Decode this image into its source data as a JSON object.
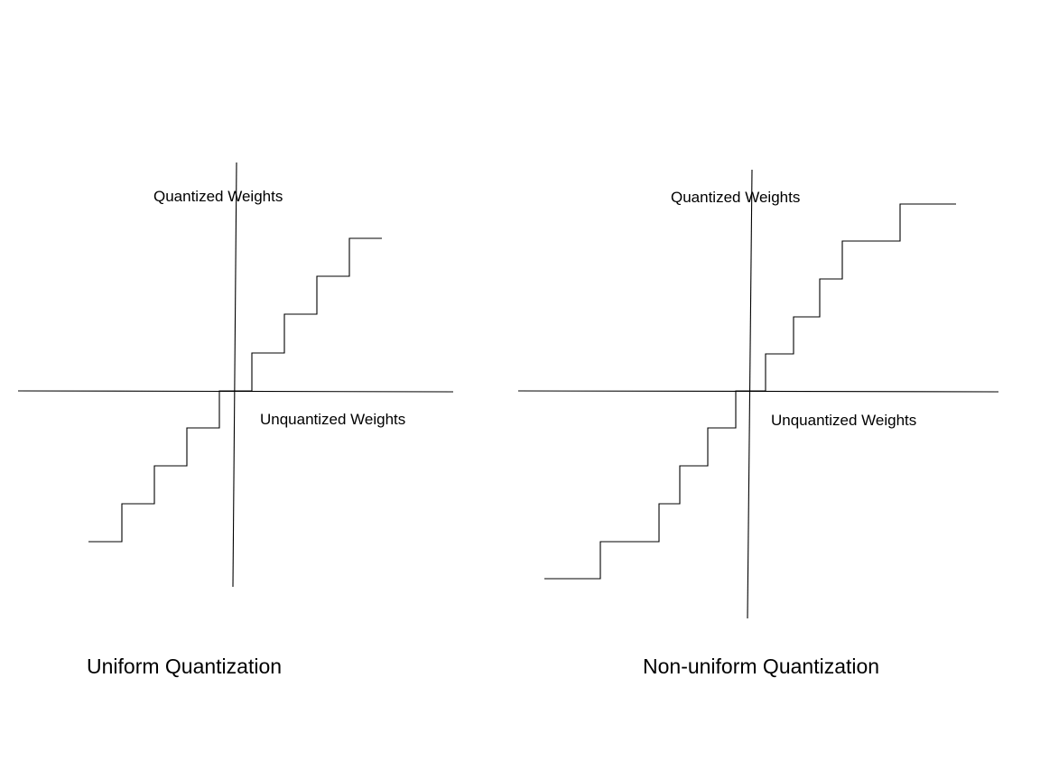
{
  "diagram": {
    "panels": [
      {
        "id": "uniform",
        "y_axis_label": "Quantized Weights",
        "x_axis_label": "Unquantized Weights",
        "caption": "Uniform Quantization"
      },
      {
        "id": "nonuniform",
        "y_axis_label": "Quantized Weights",
        "x_axis_label": "Unquantized Weights",
        "caption": "Non-uniform Quantization"
      }
    ]
  }
}
